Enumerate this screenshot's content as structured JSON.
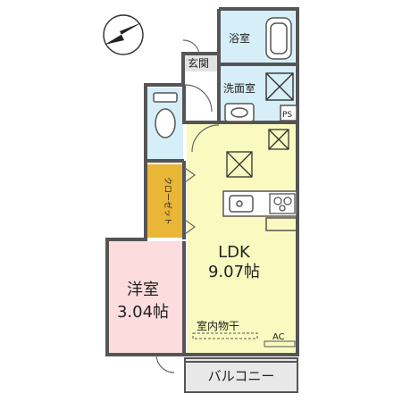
{
  "rooms": {
    "bath": {
      "label": "浴室"
    },
    "entrance": {
      "label": "玄関"
    },
    "washroom": {
      "label": "洗面室"
    },
    "pipe_space": {
      "label": "PS"
    },
    "closet": {
      "label": "クローゼット"
    },
    "ldk": {
      "label": "LDK",
      "area": "9.07帖",
      "color": "#fafac0"
    },
    "western": {
      "label": "洋室",
      "area": "3.04帖",
      "color": "#fcdcdc"
    },
    "balcony": {
      "label": "バルコニー",
      "color": "#e8e8e8"
    }
  },
  "fixtures": {
    "drying": {
      "label": "室内物干"
    },
    "aircon": {
      "label": "AC"
    }
  },
  "colors": {
    "wall": "#555555",
    "wet_area": "#d6eef8",
    "closet": "#e9b638",
    "entrance": "#e2e2e2"
  },
  "icons": [
    "compass-icon",
    "bathtub-icon",
    "toilet-icon",
    "sink-icon",
    "washer-icon",
    "ventilation-fan-icon",
    "stove-icon",
    "door-swing-icon"
  ]
}
